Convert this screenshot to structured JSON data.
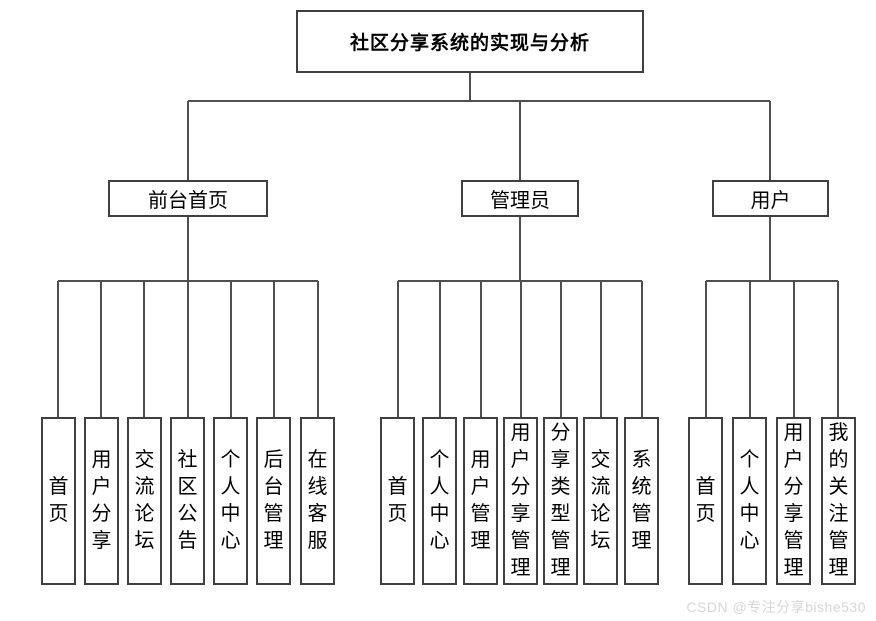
{
  "diagram": {
    "title": "社区分享系统的实现与分析",
    "root": {
      "label": "社区分享系统的实现与分析"
    },
    "branches": [
      {
        "label": "前台首页",
        "children": [
          "首页",
          "用户分享",
          "交流论坛",
          "社区公告",
          "个人中心",
          "后台管理",
          "在线客服"
        ]
      },
      {
        "label": "管理员",
        "children": [
          "首页",
          "个人中心",
          "用户管理",
          "用户分享管理",
          "分享类型管理",
          "交流论坛",
          "系统管理"
        ]
      },
      {
        "label": "用户",
        "children": [
          "首页",
          "个人中心",
          "用户分享管理",
          "我的关注管理"
        ]
      }
    ],
    "watermark": "CSDN @专注分享bishe530",
    "colors": {
      "line": "#4f4f4f",
      "border": "#404040",
      "text": "#000000",
      "watermark_gray": "#d6d6d6",
      "background": "#ffffff"
    }
  }
}
